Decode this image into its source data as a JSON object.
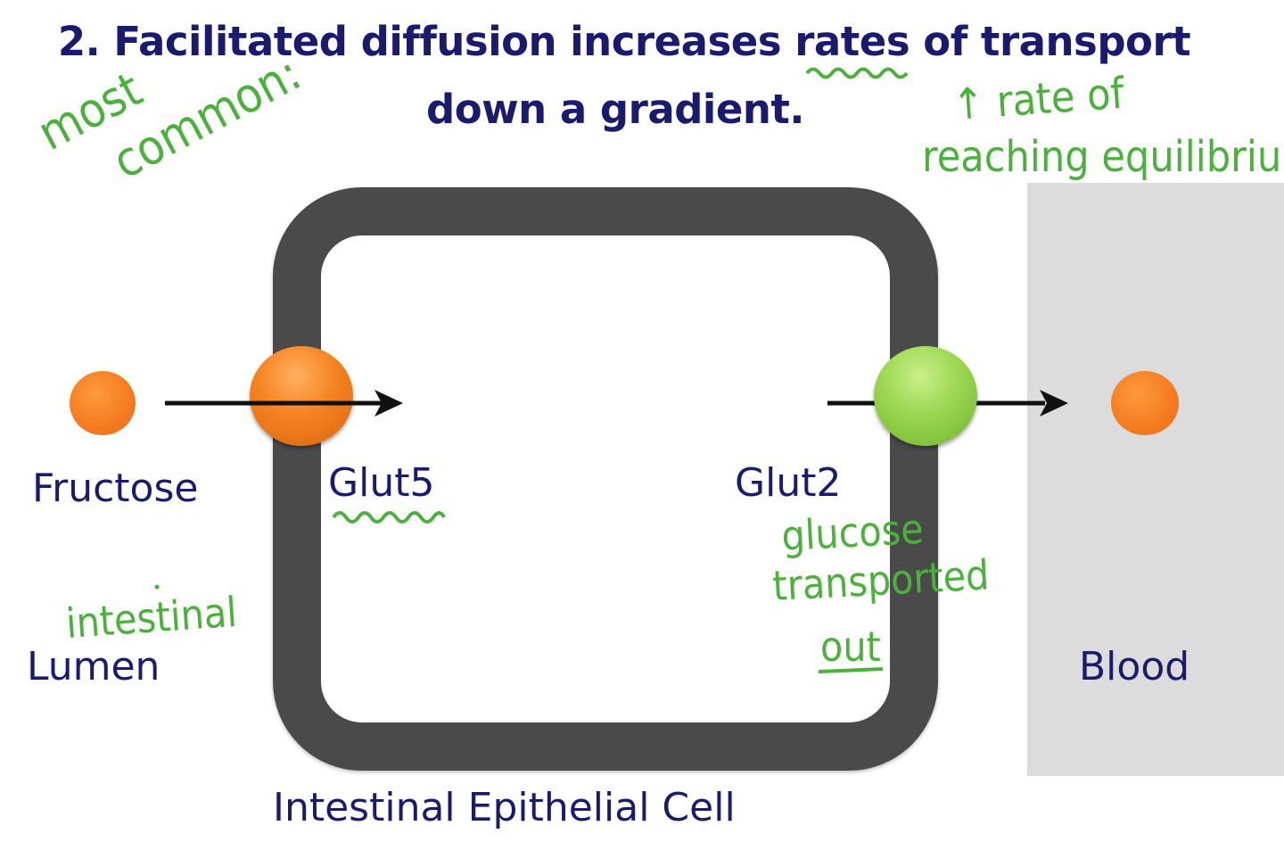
{
  "title": {
    "line1": "2. Facilitated diffusion increases rates of transport",
    "line2": "down a gradient."
  },
  "labels": {
    "fructose": "Fructose",
    "lumen": "Lumen",
    "glut5": "Glut5",
    "glut2": "Glut2",
    "blood": "Blood",
    "cell": "Intestinal Epithelial Cell"
  },
  "annotations": {
    "most": "most",
    "common": "common:",
    "rate_of": "↑ rate of",
    "reaching_equilibrium": "reaching equilibrium",
    "intestinal": "intestinal",
    "glucose": "glucose",
    "transported": "transported",
    "out": "out"
  },
  "colors": {
    "title_text": "#1a1a6e",
    "handwriting": "#4cb13c",
    "cell_wall": "#4a4a4a",
    "blood_region": "#dcdcdc",
    "fructose": "#f47b20",
    "glut5": "#f58220",
    "glut2": "#9ad650"
  }
}
